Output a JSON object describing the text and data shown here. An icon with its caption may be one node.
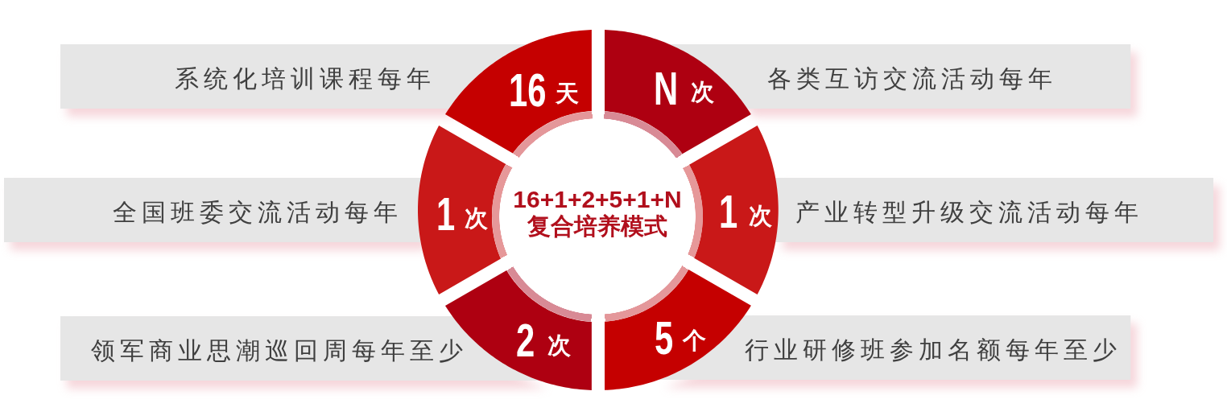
{
  "diagram": {
    "nodes": [
      {
        "text": [
          "系统化培训课程每年"
        ]
      },
      {
        "text": [
          "16",
          "天"
        ]
      },
      {
        "text": [
          "N",
          "次"
        ]
      },
      {
        "text": [
          "各类互访交流活动每年"
        ]
      },
      {
        "text": [
          "全国班委交流活动每年"
        ]
      },
      {
        "text": [
          "1",
          "次"
        ]
      },
      {
        "text": [
          "16+1+2+5+1+N",
          "复合培养模式"
        ]
      },
      {
        "text": [
          "1",
          "次"
        ]
      },
      {
        "text": [
          "产业转型升级交流活动每年"
        ]
      },
      {
        "text": [
          "领军商业思潮巡回周每年至少"
        ]
      },
      {
        "text": [
          "2",
          "次"
        ]
      },
      {
        "text": [
          "5",
          "个"
        ]
      },
      {
        "text": [
          "行业研修班参加名额每年至少"
        ]
      }
    ]
  }
}
